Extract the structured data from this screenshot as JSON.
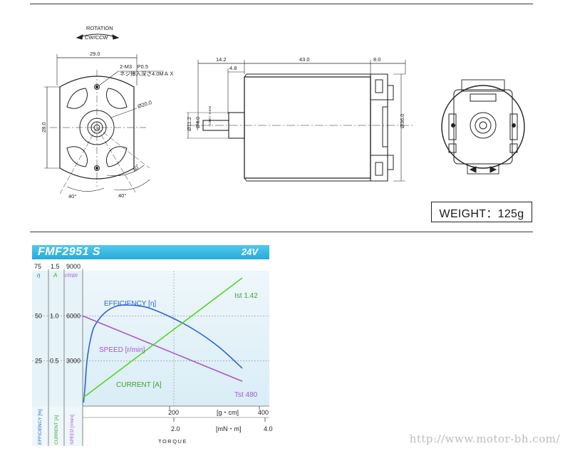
{
  "drawing": {
    "rotation_label": "ROTATION",
    "rotation_dir": "CW/CCW",
    "dim_29": "29.0",
    "dim_28": "28.0",
    "hole_note_1": "2-M3　P0.5",
    "hole_note_2": "ネジ挿入深さ4.0MＡＸ",
    "dia_20": "Ø20.0",
    "angle_40a": "40°",
    "angle_40b": "40°",
    "angle_40c": "40°",
    "dim_14_2": "14.2",
    "dim_43": "43.0",
    "dim_8": "8.0",
    "dim_4_8": "4.8",
    "dia_11_2": "Ø11.2",
    "dia_4": "Ø4.0",
    "dia_4_tol": "-0.008 / -0.016",
    "dia_36": "Ø36.0"
  },
  "weight_label": "WEIGHT：125g",
  "banner": {
    "model": "FMF2951 S",
    "voltage": "24V"
  },
  "chart_data": {
    "type": "line",
    "axes": {
      "eta_top": "75",
      "a_top": "1.5",
      "rpm_top": "9000",
      "eta_unit": "η",
      "a_unit": "A",
      "rpm_unit": "r/min",
      "y_ticks": [
        {
          "eta": "50",
          "a": "1.0",
          "rpm": "6000"
        },
        {
          "eta": "25",
          "a": "0.5",
          "rpm": "3000"
        }
      ],
      "bottom_labels": [
        "EFFICIENCY [%]",
        "CURRENT [A]",
        "SPEED [r/min]"
      ],
      "x_gcm_ticks": [
        "200",
        "400"
      ],
      "x_gcm_unit": "[g・cm]",
      "x_mnm_ticks": [
        "2.0",
        "4.0"
      ],
      "x_mnm_unit": "[mN・m]",
      "x_title": "TORQUE"
    },
    "xlim_mNm": [
      0,
      4.0
    ],
    "ylim_rpm": [
      0,
      9000
    ],
    "ylim_A": [
      0,
      1.5
    ],
    "ylim_eta": [
      0,
      75
    ],
    "series": [
      {
        "name": "EFFICIENCY [η]",
        "axis": "eta",
        "color": "#2a63d4",
        "x": [
          0.02,
          0.05,
          0.1,
          0.2,
          0.3,
          0.5,
          0.75,
          1.0,
          1.25,
          1.5,
          2.0,
          2.5,
          3.0,
          3.5
        ],
        "y": [
          2,
          10,
          26,
          40,
          46,
          52,
          55.5,
          56,
          55.5,
          54,
          48.5,
          41.5,
          32.5,
          21
        ]
      },
      {
        "name": "SPEED [r/min]",
        "axis": "rpm",
        "color": "#a955d6",
        "x": [
          0,
          3.5
        ],
        "y": [
          6000,
          1650
        ]
      },
      {
        "name": "CURRENT [A]",
        "axis": "A",
        "color": "#55d61f",
        "x": [
          0,
          3.5
        ],
        "y": [
          0.09,
          1.42
        ]
      }
    ],
    "annotations": [
      {
        "text": "EFFICIENCY [η]",
        "color": "#2a63d4"
      },
      {
        "text": "SPEED [r/min]",
        "color": "#a955d6"
      },
      {
        "text": "CURRENT [A]",
        "color": "#55d61f"
      },
      {
        "text": "Ist 1.42",
        "color": "#55d61f"
      },
      {
        "text": "Tst 480",
        "color": "#a955d6"
      }
    ]
  },
  "watermark": "http://www.motor-bh.com/"
}
